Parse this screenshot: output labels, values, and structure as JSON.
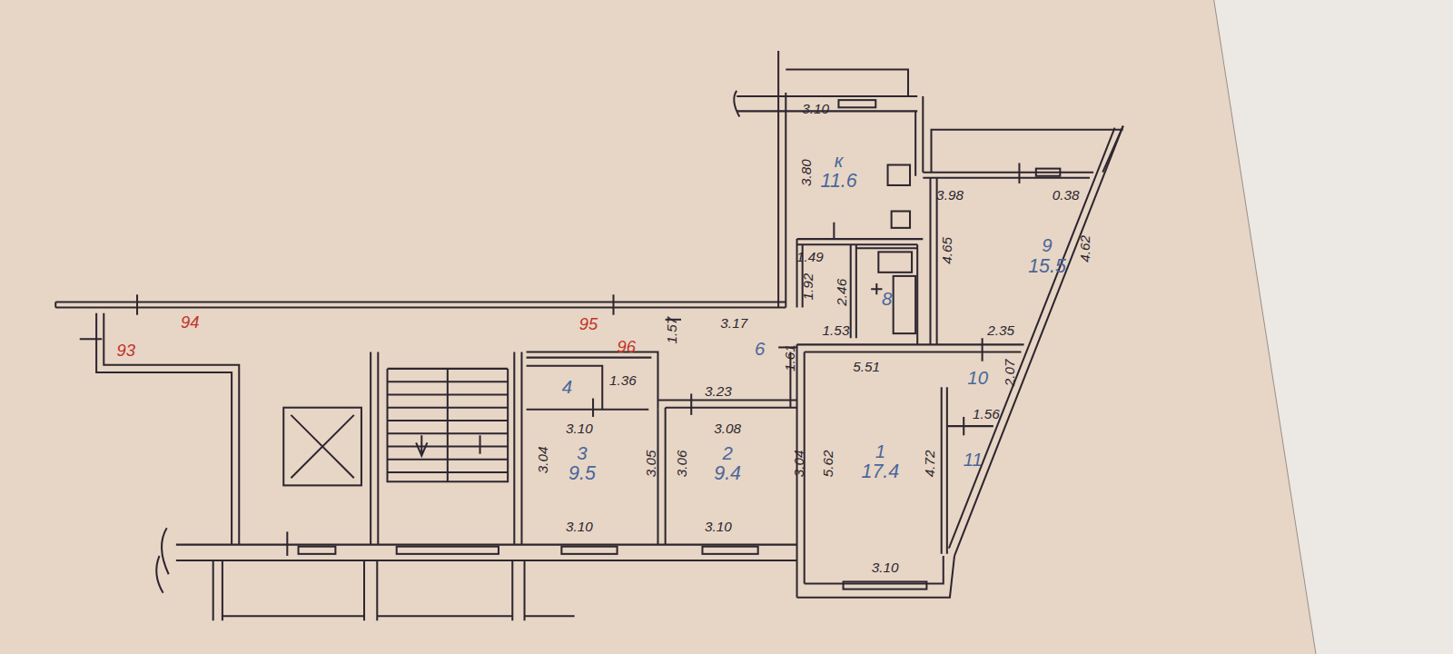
{
  "diagram": {
    "nodes": [
      {
        "text": [
          "к",
          "11.6"
        ]
      },
      {
        "text": [
          "9",
          "15.5"
        ]
      },
      {
        "text": [
          "8"
        ]
      },
      {
        "text": [
          "6"
        ]
      },
      {
        "text": [
          "10"
        ]
      },
      {
        "text": [
          "4"
        ]
      },
      {
        "text": [
          "3",
          "9.5"
        ]
      },
      {
        "text": [
          "2",
          "9.4"
        ]
      },
      {
        "text": [
          "1",
          "17.4"
        ]
      },
      {
        "text": [
          "11"
        ]
      }
    ],
    "labels": [
      "3.10",
      "3.80",
      "3.98",
      "0.38",
      "4.65",
      "4.62",
      "1.49",
      "1.92",
      "2.46",
      "94",
      "93",
      "95",
      "96",
      "1.57",
      "3.17",
      "1.53",
      "2.35",
      "1.61",
      "5.51",
      "2.07",
      "1.36",
      "3.23",
      "3.10",
      "3.08",
      "1.56",
      "3.04",
      "3.05",
      "3.06",
      "3.04",
      "5.62",
      "4.72",
      "3.10",
      "3.10",
      "3.10"
    ]
  }
}
